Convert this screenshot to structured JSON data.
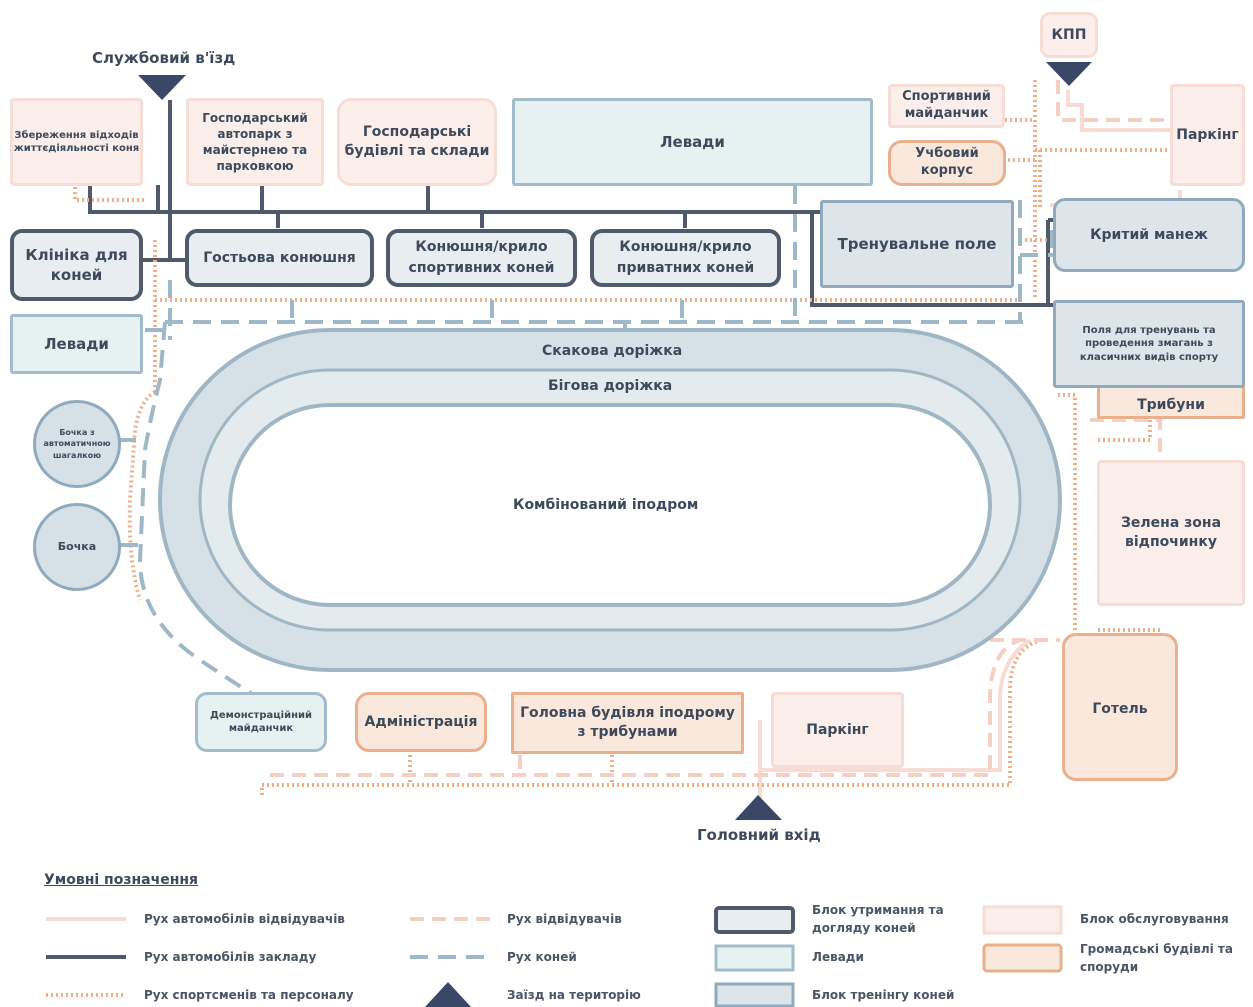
{
  "entrances": {
    "service": "Службовий в'їзд",
    "checkpoint": "КПП",
    "main": "Головний вхід"
  },
  "blocks": {
    "waste": "Збереження відходів життєдіяльності коня",
    "garage": "Господарський автопарк з майстернею та парковкою",
    "storage": "Господарські будівлі та склади",
    "levady_top": "Левади",
    "sport_ground": "Спортивний майданчик",
    "training_building": "Учбовий корпус",
    "parking_top": "Паркінг",
    "clinic": "Клініка для коней",
    "guest_stable": "Гостьова конюшня",
    "stable_sport": "Конюшня/крило спортивних коней",
    "stable_private": "Конюшня/крило приватних коней",
    "training_field": "Тренувальне поле",
    "covered_arena": "Критий манеж",
    "levady_left": "Левади",
    "classic_fields": "Поля для тренувань та проведення змагань з класичних видів спорту",
    "stands": "Трибуни",
    "walker_barrel": "Бочка з автоматичною шагалкою",
    "barrel": "Бочка",
    "green_zone": "Зелена зона відпочинку",
    "hotel": "Готель",
    "demo_ground": "Демонстраційний майданчик",
    "administration": "Адміністрація",
    "main_building": "Головна будівля іподрому з трибунами",
    "parking_bottom": "Паркінг"
  },
  "track": {
    "outer": "Скакова доріжка",
    "inner": "Бігова доріжка",
    "center": "Комбінований іподром"
  },
  "colors": {
    "dark": "#4f5b6b",
    "blue_grey": "#8eaabc",
    "peach": "#eab08e",
    "pink": "#f6ddd5",
    "triangle": "#3b4766"
  },
  "legend": {
    "title": "Умовні позначення",
    "items": [
      {
        "icon": "pink-solid-line",
        "label": "Рух автомобілів відвідувачів"
      },
      {
        "icon": "dark-solid-line",
        "label": "Рух автомобілів закладу"
      },
      {
        "icon": "peach-dotted-line",
        "label": "Рух спортсменів та персоналу"
      },
      {
        "icon": "pink-dashed-line",
        "label": "Рух відвідувачів"
      },
      {
        "icon": "blue-dashed-line",
        "label": "Рух коней"
      },
      {
        "icon": "entrance-triangle",
        "label": "Заїзд на територію"
      },
      {
        "icon": "dark-outline-box",
        "label": "Блок утримання та догляду коней"
      },
      {
        "icon": "levada-box",
        "label": "Левади"
      },
      {
        "icon": "training-box",
        "label": "Блок тренінгу коней"
      },
      {
        "icon": "service-box",
        "label": "Блок обслуговування"
      },
      {
        "icon": "public-box",
        "label": "Громадські будівлі та споруди"
      }
    ]
  }
}
